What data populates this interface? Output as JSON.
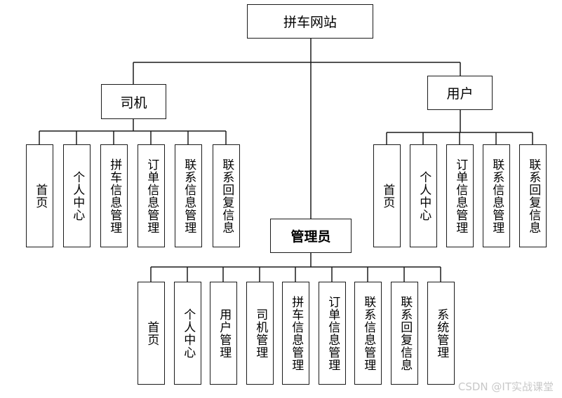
{
  "root": {
    "label": "拼车网站"
  },
  "driver": {
    "label": "司机",
    "children": [
      "首页",
      "个人中心",
      "拼车信息管理",
      "订单信息管理",
      "联系信息管理",
      "联系回复信息"
    ]
  },
  "user": {
    "label": "用户",
    "children": [
      "首页",
      "个人中心",
      "订单信息管理",
      "联系信息管理",
      "联系回复信息"
    ]
  },
  "admin": {
    "label": "管理员",
    "children": [
      "首页",
      "个人中心",
      "用户管理",
      "司机管理",
      "拼车信息管理",
      "订单信息管理",
      "联系信息管理",
      "联系回复信息",
      "系统管理"
    ]
  },
  "watermark": "CSDN @IT实战课堂"
}
